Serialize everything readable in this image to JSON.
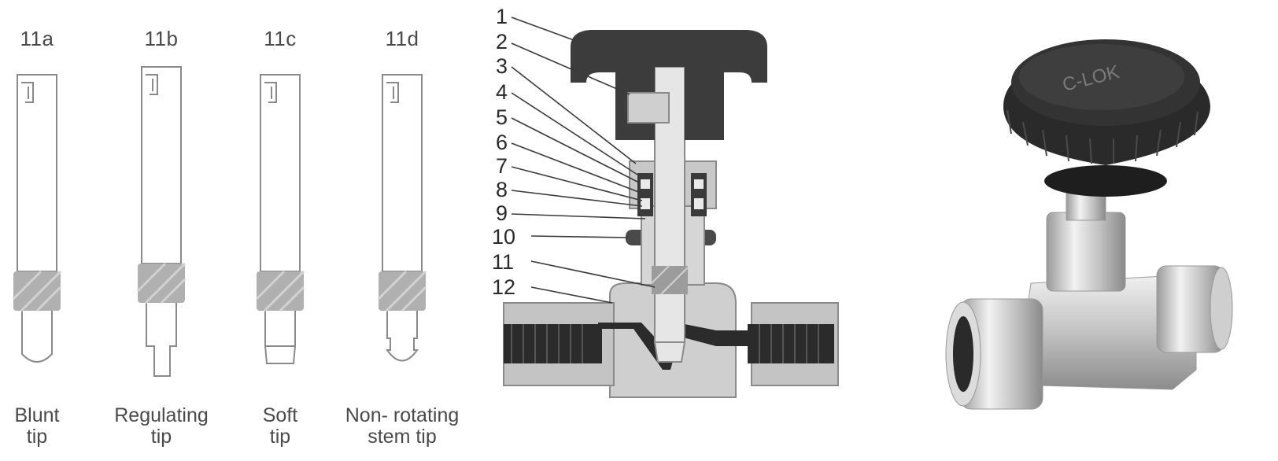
{
  "stems": [
    {
      "code": "11a",
      "caption": "Blunt\ntip",
      "tip": "blunt"
    },
    {
      "code": "11b",
      "caption": "Regulating\ntip",
      "tip": "regulating"
    },
    {
      "code": "11c",
      "caption": "Soft\ntip",
      "tip": "soft"
    },
    {
      "code": "11d",
      "caption": "Non- rotating\nstem tip",
      "tip": "nonrotating"
    }
  ],
  "callouts": [
    "1",
    "2",
    "3",
    "4",
    "5",
    "6",
    "7",
    "8",
    "9",
    "10",
    "11",
    "12"
  ],
  "photo": {
    "brand": "C-LOK"
  }
}
